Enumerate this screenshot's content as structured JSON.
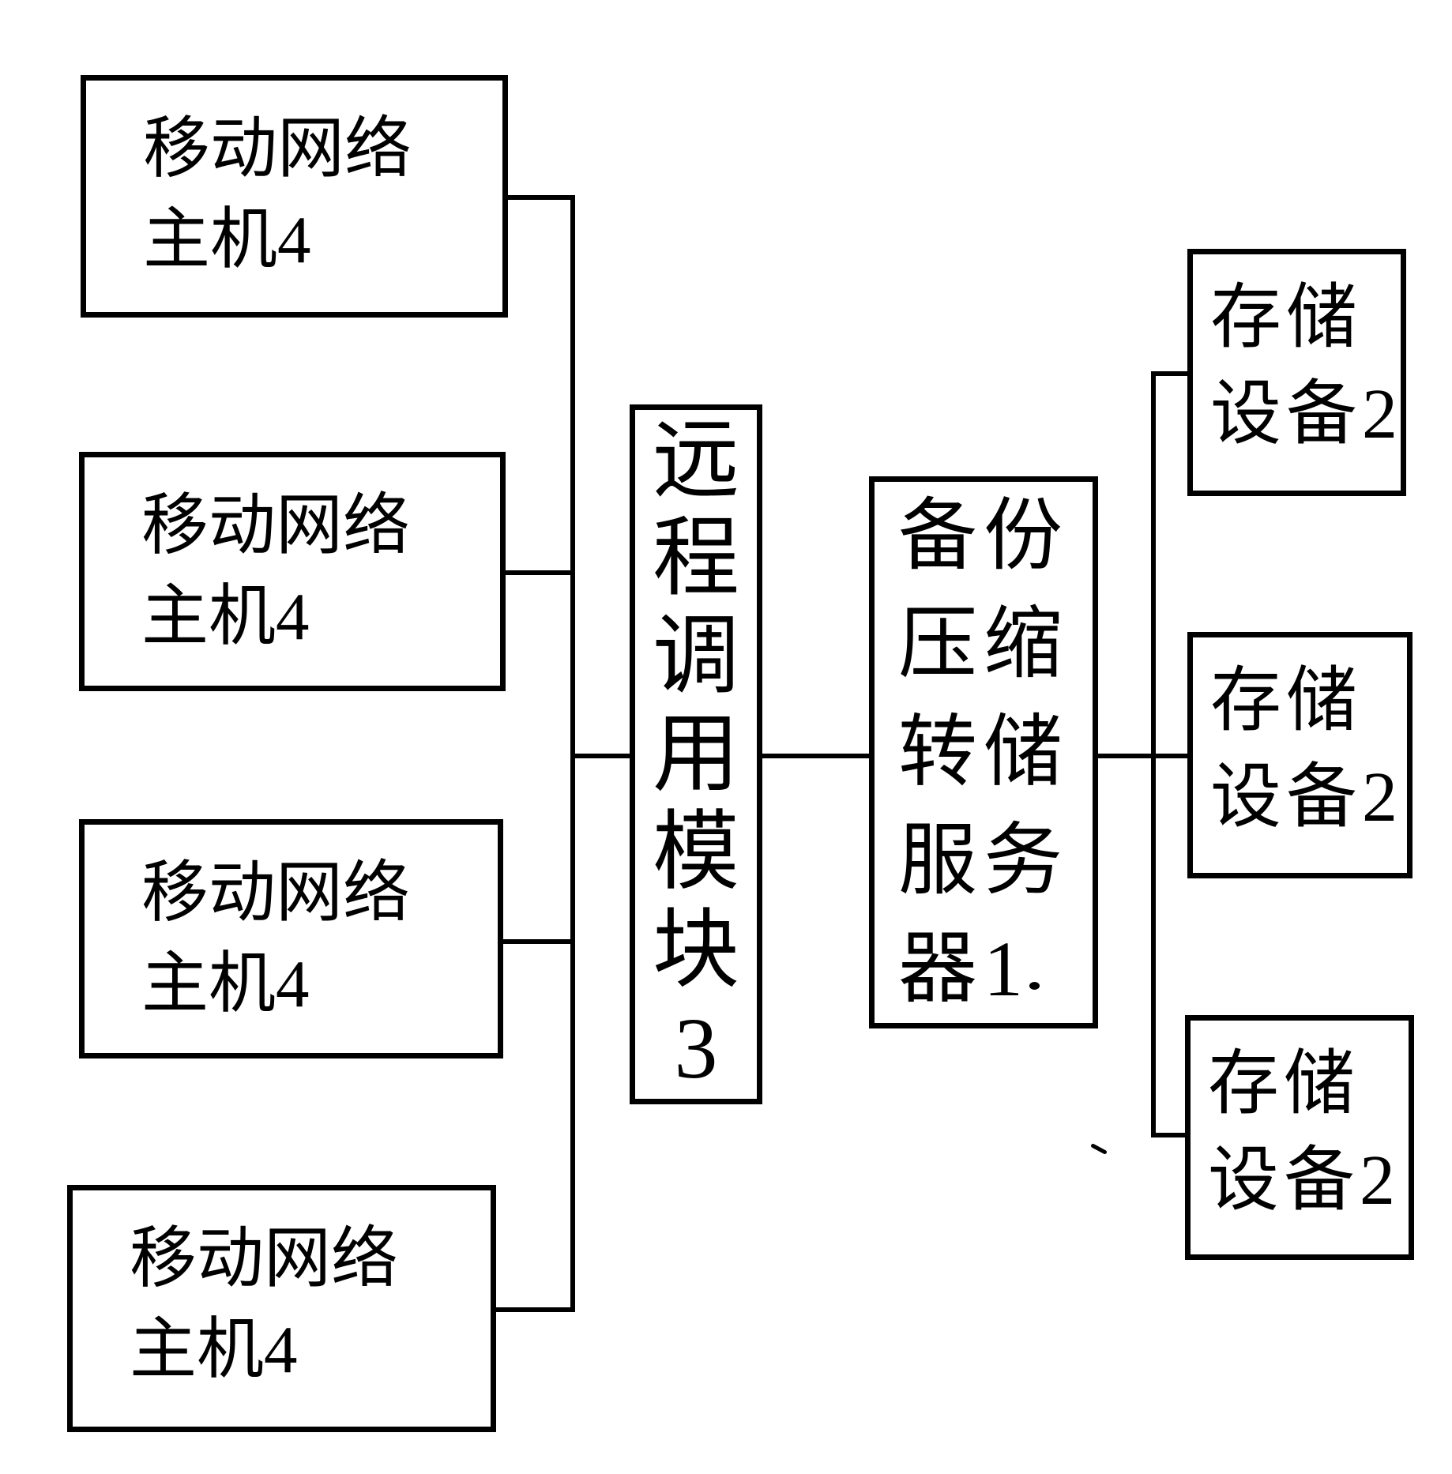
{
  "colors": {
    "ink": "#000000",
    "background": "#ffffff"
  },
  "hosts": [
    {
      "lines": [
        "移动网络",
        "主机4"
      ]
    },
    {
      "lines": [
        "移动网络",
        "主机4"
      ]
    },
    {
      "lines": [
        "移动网络",
        "主机4"
      ]
    },
    {
      "lines": [
        "移动网络",
        "主机4"
      ]
    }
  ],
  "remote_module": {
    "chars": [
      "远",
      "程",
      "调",
      "用",
      "模",
      "块",
      "3"
    ]
  },
  "server": {
    "rows": [
      "备份",
      "压缩",
      "转储",
      "服务",
      "器1"
    ]
  },
  "storages": [
    {
      "lines": [
        "存储",
        "设备2"
      ]
    },
    {
      "lines": [
        "存储",
        "设备2"
      ]
    },
    {
      "lines": [
        "存储",
        "设备2"
      ]
    }
  ]
}
